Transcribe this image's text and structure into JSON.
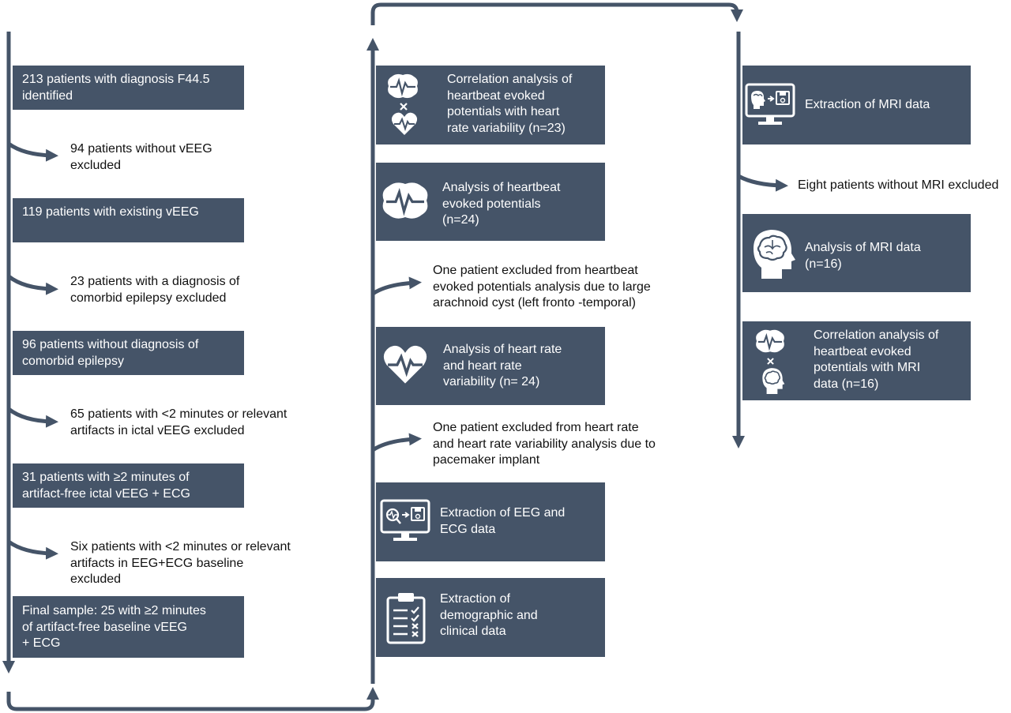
{
  "colors": {
    "box_fill": "#455468",
    "box_text": "#ffffff",
    "arrow": "#455468",
    "note_text": "#111111"
  },
  "left": {
    "box1": [
      "213 patients with diagnosis F44.5",
      "identified"
    ],
    "note1": [
      "94 patients without  vEEG",
      "excluded"
    ],
    "box2": [
      "119 patients with existing vEEG"
    ],
    "note2": [
      "23 patients with a diagnosis of",
      "comorbid epilepsy excluded"
    ],
    "box3": [
      "96 patients without diagnosis of",
      "comorbid epilepsy"
    ],
    "note3": [
      "65 patients with <2 minutes or relevant",
      "artifacts in ictal  vEEG excluded"
    ],
    "box4": [
      "31 patients with ≥2 minutes of",
      "artifact-free ictal vEEG + ECG"
    ],
    "note4": [
      "Six patients with <2 minutes or relevant",
      "artifacts in EEG+ECG baseline",
      "excluded"
    ],
    "box5": [
      "Final sample:  25 with ≥2 minutes",
      "of artifact-free baseline vEEG",
      "+ ECG"
    ]
  },
  "middle": {
    "box1": [
      "Correlation analysis of",
      "heartbeat evoked",
      "potentials with heart",
      "rate variability (n=23)"
    ],
    "box2": [
      "Analysis of heartbeat",
      "evoked potentials",
      "(n=24)"
    ],
    "note1": [
      "One patient excluded from  heartbeat",
      "evoked potentials  analysis due to large",
      "arachnoid cyst (left fronto -temporal)"
    ],
    "box3": [
      "Analysis of heart rate",
      "and heart rate",
      "variability (n= 24)"
    ],
    "note2": [
      "One patient excluded from heart rate",
      "and heart rate variability analysis due to",
      "pacemaker implant"
    ],
    "box4": [
      "Extraction of EEG and",
      "ECG data"
    ],
    "box5": [
      "Extraction of",
      "demographic and",
      "clinical data"
    ]
  },
  "right": {
    "box1": [
      "Extraction of MRI data"
    ],
    "note1": [
      "Eight patients without MRI excluded"
    ],
    "box2": [
      "Analysis of MRI data",
      "(n=16)"
    ],
    "box3": [
      "Correlation analysis of",
      "heartbeat evoked",
      "potentials with MRI",
      "data (n=16)"
    ]
  },
  "icons": {
    "m_box1_top": "brain-wave-icon",
    "m_box1_cross": "times-icon",
    "m_box1_bottom": "heart-wave-icon",
    "m_box2": "brain-wave-icon",
    "m_box3": "heart-wave-icon",
    "m_box4": "monitor-eeg-export-icon",
    "m_box5": "clipboard-checklist-icon",
    "r_box1": "monitor-brain-export-icon",
    "r_box2": "head-brain-icon",
    "r_box3_top": "brain-wave-icon",
    "r_box3_cross": "times-icon",
    "r_box3_bottom": "head-brain-icon"
  }
}
